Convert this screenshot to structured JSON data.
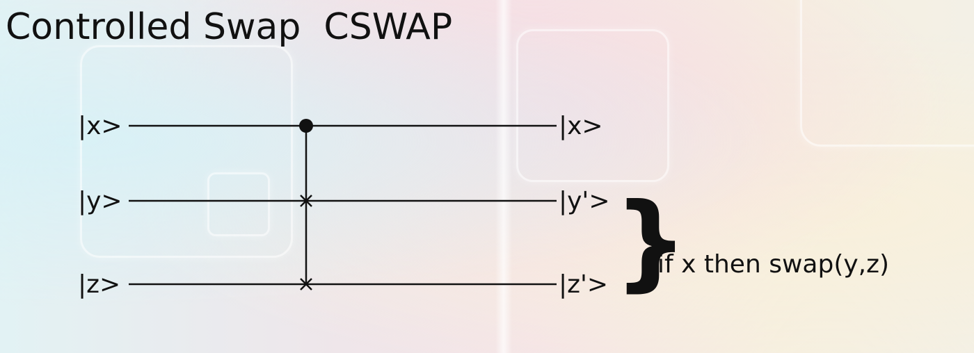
{
  "title": "Controlled Swap  CSWAP",
  "inputs": [
    "|x>",
    "|y>",
    "|z>"
  ],
  "outputs": [
    "|x>",
    "|y'>",
    "|z'>"
  ],
  "brace_symbol": "}",
  "annotation": "if x then swap(y,z)"
}
